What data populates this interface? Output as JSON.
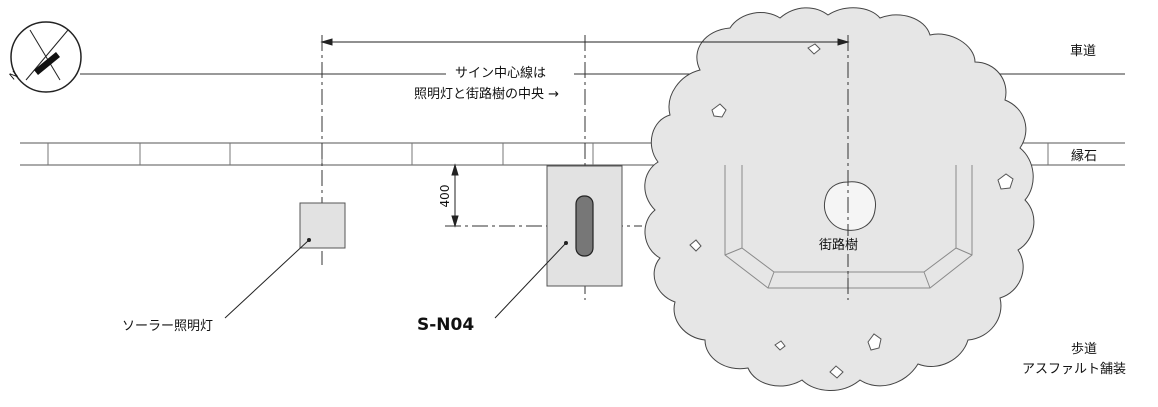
{
  "labels": {
    "roadway": "車道",
    "curb": "縁石",
    "sidewalk": "歩道",
    "sidewalk_paving": "アスファルト舗装",
    "sign_center_line_1": "サイン中心線は",
    "sign_center_line_2": "照明灯と街路樹の中央 →",
    "street_tree": "街路樹",
    "solar_light": "ソーラー照明灯",
    "sign_id": "S-N04",
    "dimension_400": "400"
  },
  "compass": {
    "north_letter": "N",
    "icon": "north-arrow-icon"
  },
  "colors": {
    "line": "#222222",
    "light_line": "#9a9a9a",
    "tree_fill": "#e6e6e6",
    "footprint_fill": "#e2e2e2",
    "sign_post_fill": "#777777"
  }
}
